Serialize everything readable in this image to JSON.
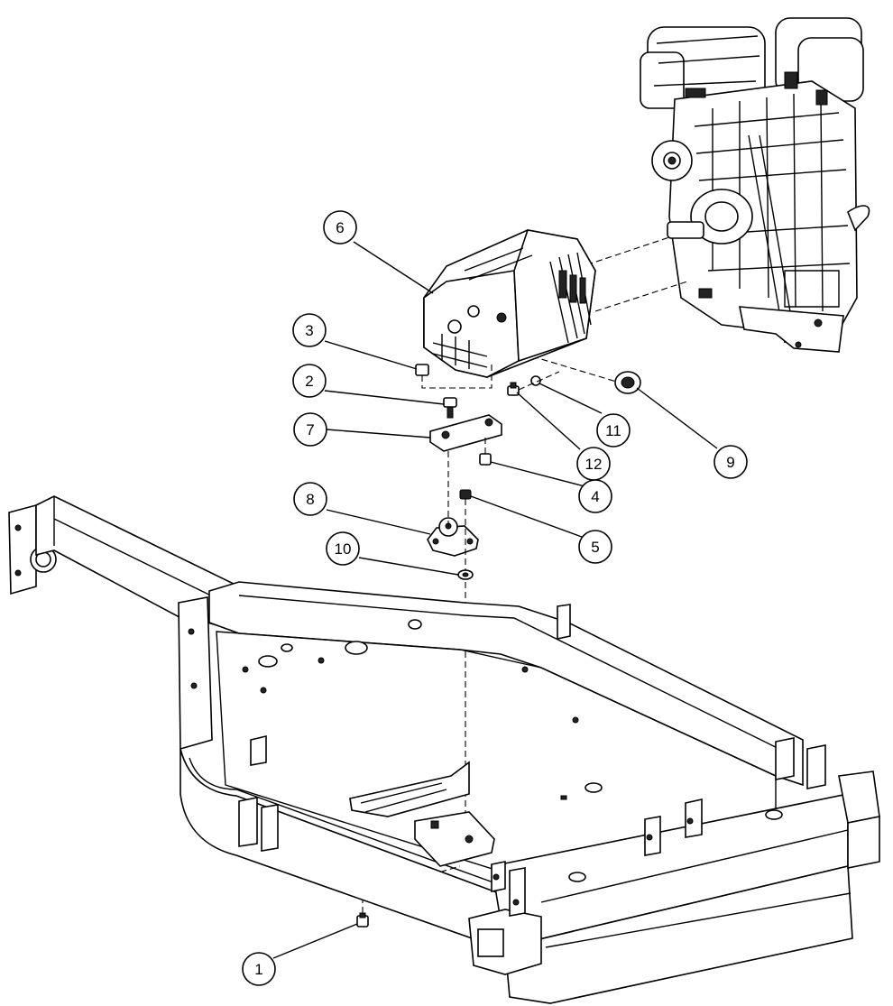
{
  "callouts": [
    {
      "id": "1",
      "label": "1",
      "part": "bolt-bottom"
    },
    {
      "id": "2",
      "label": "2",
      "part": "bolt-upper"
    },
    {
      "id": "3",
      "label": "3",
      "part": "nut-upper"
    },
    {
      "id": "4",
      "label": "4",
      "part": "bolt-mid"
    },
    {
      "id": "5",
      "label": "5",
      "part": "nut-mid"
    },
    {
      "id": "6",
      "label": "6",
      "part": "alternator"
    },
    {
      "id": "7",
      "label": "7",
      "part": "mounting-plate"
    },
    {
      "id": "8",
      "label": "8",
      "part": "rubber-mount"
    },
    {
      "id": "9",
      "label": "9",
      "part": "bushing"
    },
    {
      "id": "10",
      "label": "10",
      "part": "washer"
    },
    {
      "id": "11",
      "label": "11",
      "part": "small-washer"
    },
    {
      "id": "12",
      "label": "12",
      "part": "small-bolt"
    }
  ]
}
